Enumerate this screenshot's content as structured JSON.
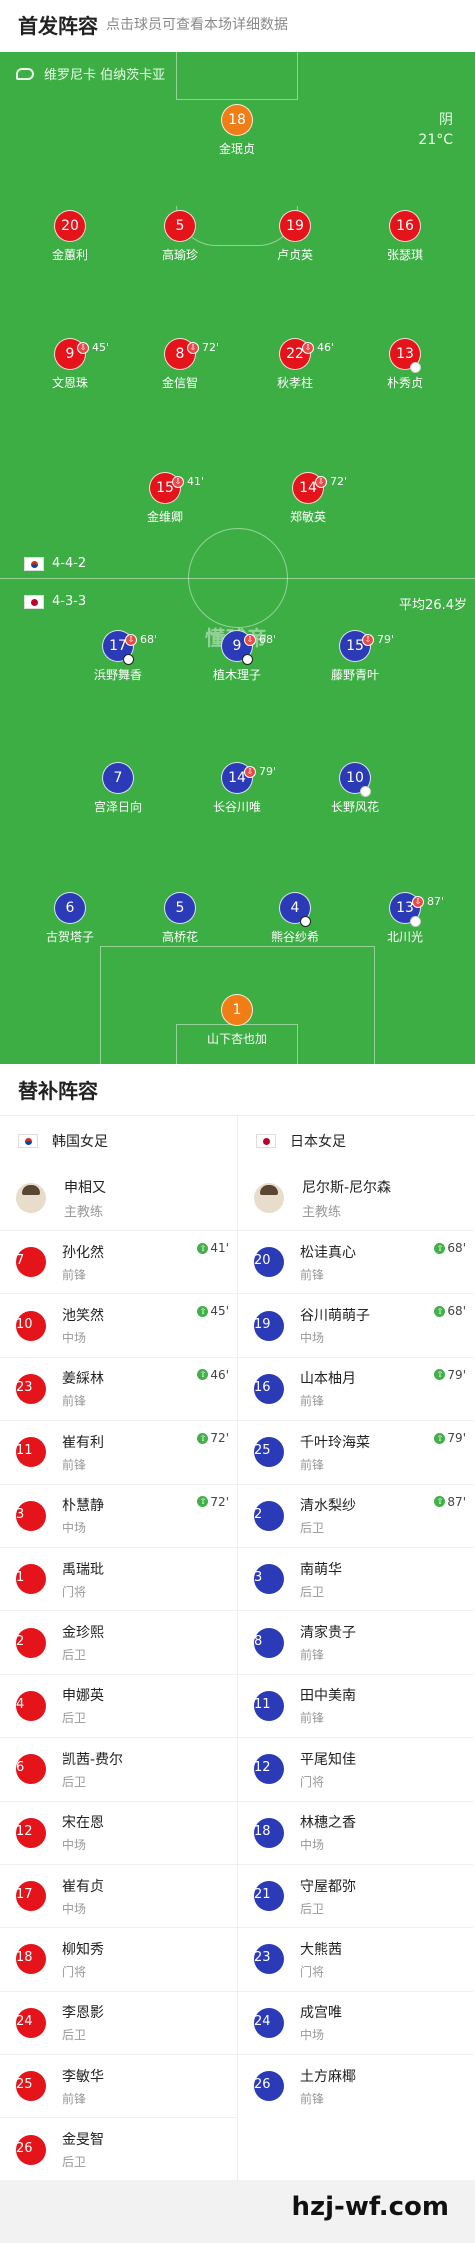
{
  "header": {
    "title": "首发阵容",
    "hint": "点击球员可查看本场详细数据"
  },
  "pitch": {
    "stadium": "维罗尼卡 伯纳茨卡亚",
    "weather": "阴",
    "temperature": "21°C",
    "watermark": "懂球帝",
    "home_formation": "4-4-2",
    "away_formation": "4-3-3",
    "avg_age": "平均26.4岁"
  },
  "home_players": [
    {
      "num": "18",
      "name": "金珉贞",
      "sub": ""
    },
    {
      "num": "20",
      "name": "金蕙利",
      "sub": ""
    },
    {
      "num": "5",
      "name": "高瑜珍",
      "sub": ""
    },
    {
      "num": "19",
      "name": "卢贞英",
      "sub": ""
    },
    {
      "num": "16",
      "name": "张瑟琪",
      "sub": ""
    },
    {
      "num": "9",
      "name": "文恩珠",
      "sub": "45'"
    },
    {
      "num": "8",
      "name": "金信智",
      "sub": "72'"
    },
    {
      "num": "22",
      "name": "秋孝柱",
      "sub": "46'"
    },
    {
      "num": "13",
      "name": "朴秀贞",
      "sub": ""
    },
    {
      "num": "15",
      "name": "金维卿",
      "sub": "41'"
    },
    {
      "num": "14",
      "name": "郑敏英",
      "sub": "72'"
    }
  ],
  "away_players": [
    {
      "num": "17",
      "name": "浜野舞香",
      "sub": "68'"
    },
    {
      "num": "9",
      "name": "植木理子",
      "sub": "68'"
    },
    {
      "num": "15",
      "name": "藤野青叶",
      "sub": "79'"
    },
    {
      "num": "7",
      "name": "宫泽日向",
      "sub": ""
    },
    {
      "num": "14",
      "name": "长谷川唯",
      "sub": "79'"
    },
    {
      "num": "10",
      "name": "长野风花",
      "sub": ""
    },
    {
      "num": "6",
      "name": "古贺塔子",
      "sub": ""
    },
    {
      "num": "5",
      "name": "高桥花",
      "sub": ""
    },
    {
      "num": "4",
      "name": "熊谷纱希",
      "sub": ""
    },
    {
      "num": "13",
      "name": "北川光",
      "sub": "87'"
    },
    {
      "num": "1",
      "name": "山下杏也加",
      "sub": ""
    }
  ],
  "subs": {
    "title": "替补阵容",
    "home_team": "韩国女足",
    "away_team": "日本女足",
    "home_coach": {
      "name": "申相又",
      "role": "主教练"
    },
    "away_coach": {
      "name": "尼尔斯-尼尔森",
      "role": "主教练"
    },
    "home": [
      {
        "num": "7",
        "name": "孙化然",
        "pos": "前锋",
        "ev": "41'"
      },
      {
        "num": "10",
        "name": "池笑然",
        "pos": "中场",
        "ev": "45'"
      },
      {
        "num": "23",
        "name": "姜綵林",
        "pos": "前锋",
        "ev": "46'"
      },
      {
        "num": "11",
        "name": "崔有利",
        "pos": "前锋",
        "ev": "72'"
      },
      {
        "num": "3",
        "name": "朴慧静",
        "pos": "中场",
        "ev": "72'"
      },
      {
        "num": "1",
        "name": "禹瑞玭",
        "pos": "门将",
        "ev": ""
      },
      {
        "num": "2",
        "name": "金珍熙",
        "pos": "后卫",
        "ev": ""
      },
      {
        "num": "4",
        "name": "申娜英",
        "pos": "后卫",
        "ev": ""
      },
      {
        "num": "6",
        "name": "凯茜-费尔",
        "pos": "后卫",
        "ev": ""
      },
      {
        "num": "12",
        "name": "宋在恩",
        "pos": "中场",
        "ev": ""
      },
      {
        "num": "17",
        "name": "崔有贞",
        "pos": "中场",
        "ev": ""
      },
      {
        "num": "18",
        "name": "柳知秀",
        "pos": "门将",
        "ev": ""
      },
      {
        "num": "24",
        "name": "李恩影",
        "pos": "后卫",
        "ev": ""
      },
      {
        "num": "25",
        "name": "李敏华",
        "pos": "前锋",
        "ev": ""
      },
      {
        "num": "26",
        "name": "金旻智",
        "pos": "后卫",
        "ev": ""
      }
    ],
    "away": [
      {
        "num": "20",
        "name": "松诖真心",
        "pos": "前锋",
        "ev": "68'"
      },
      {
        "num": "19",
        "name": "谷川萌萌子",
        "pos": "中场",
        "ev": "68'"
      },
      {
        "num": "16",
        "name": "山本柚月",
        "pos": "前锋",
        "ev": "79'"
      },
      {
        "num": "25",
        "name": "千叶玲海菜",
        "pos": "前锋",
        "ev": "79'"
      },
      {
        "num": "2",
        "name": "清水梨纱",
        "pos": "后卫",
        "ev": "87'"
      },
      {
        "num": "3",
        "name": "南萌华",
        "pos": "后卫",
        "ev": ""
      },
      {
        "num": "8",
        "name": "清家贵子",
        "pos": "前锋",
        "ev": ""
      },
      {
        "num": "11",
        "name": "田中美南",
        "pos": "前锋",
        "ev": ""
      },
      {
        "num": "12",
        "name": "平尾知佳",
        "pos": "门将",
        "ev": ""
      },
      {
        "num": "18",
        "name": "林穗之香",
        "pos": "中场",
        "ev": ""
      },
      {
        "num": "21",
        "name": "守屋都弥",
        "pos": "后卫",
        "ev": ""
      },
      {
        "num": "23",
        "name": "大熊茜",
        "pos": "门将",
        "ev": ""
      },
      {
        "num": "24",
        "name": "成宫唯",
        "pos": "中场",
        "ev": ""
      },
      {
        "num": "26",
        "name": "土方麻椰",
        "pos": "前锋",
        "ev": ""
      }
    ]
  },
  "footer": {
    "brand": "hzj-wf.com"
  },
  "colors": {
    "pitch": "#3dae44",
    "home": "#e5141b",
    "away": "#2b3bb7",
    "goalkeeper": "#f07d16"
  }
}
